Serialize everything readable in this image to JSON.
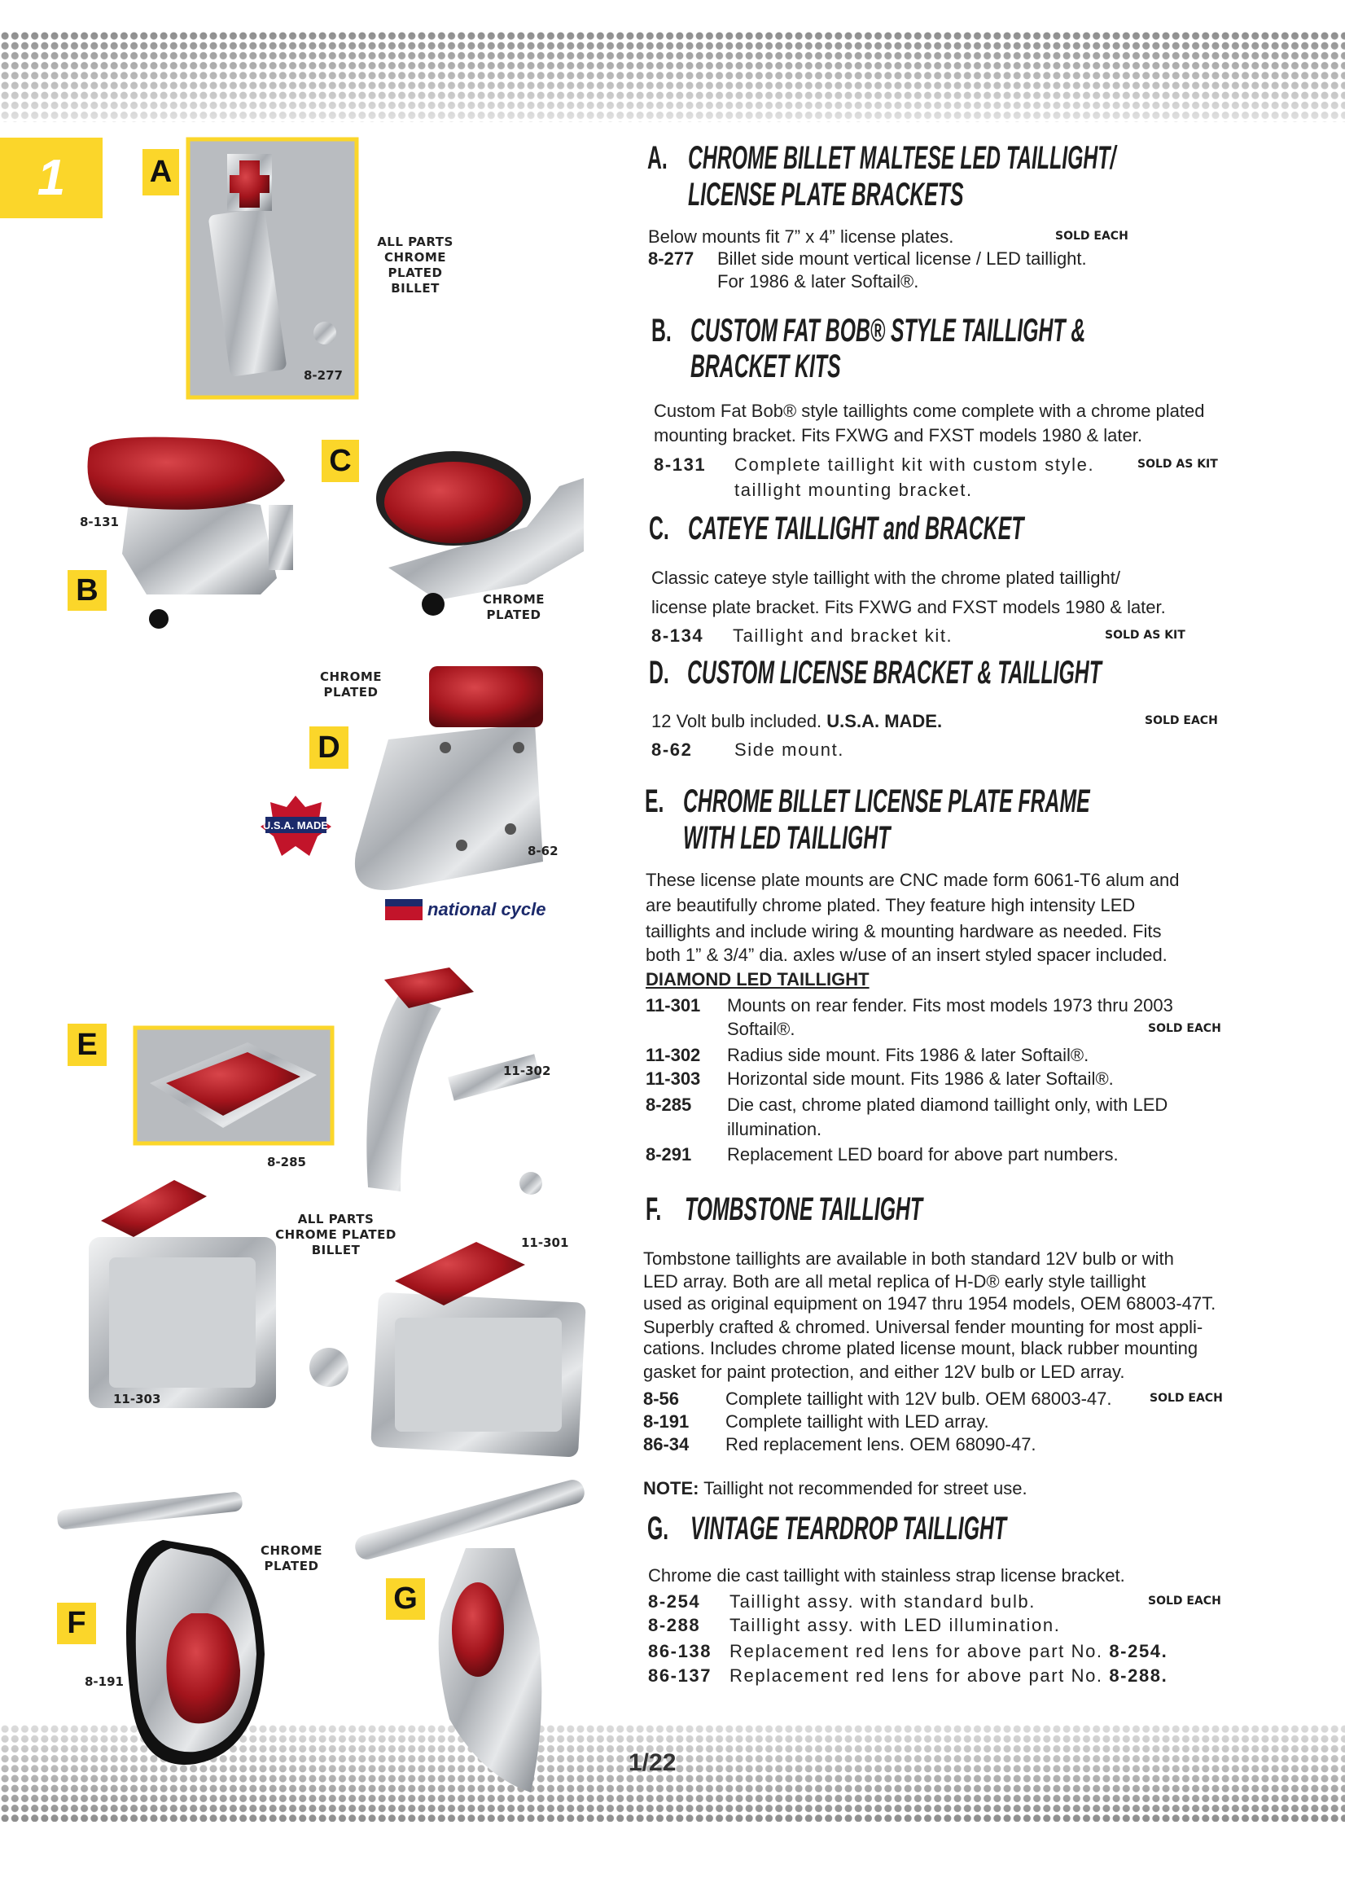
{
  "page": {
    "number_badge": "1",
    "page_number": "1/22"
  },
  "figures": {
    "badges": [
      "A",
      "B",
      "C",
      "D",
      "E",
      "F",
      "G"
    ],
    "labels": {
      "a_note": "ALL PARTS CHROME PLATED BILLET",
      "a_code": "8-277",
      "b_code": "8-131",
      "c_note": "CHROME PLATED",
      "d_note": "CHROME PLATED",
      "d_code": "8-62",
      "usa_badge": "U.S.A. MADE",
      "brand_logo": "national cycle",
      "e_285": "8-285",
      "e_302": "11-302",
      "e_note": "ALL PARTS CHROME PLATED BILLET",
      "e_303": "11-303",
      "e_301": "11-301",
      "f_code": "8-191",
      "f_note": "CHROME PLATED"
    }
  },
  "sections": [
    {
      "letter": "A.",
      "title": [
        "CHROME BILLET MALTESE LED TAILLIGHT/",
        "LICENSE PLATE BRACKETS"
      ],
      "lines": [
        {
          "text": "Below mounts fit 7” x 4” license plates.",
          "tag": "SOLD EACH"
        },
        {
          "code": "8-277",
          "text": "Billet side mount vertical license / LED taillight."
        },
        {
          "text": "For 1986 & later Softail®.",
          "cont": true
        }
      ]
    },
    {
      "letter": "B.",
      "title": [
        "CUSTOM FAT BOB® STYLE TAILLIGHT &",
        "BRACKET KITS"
      ],
      "lines": [
        {
          "text": "Custom Fat Bob® style taillights come complete with a chrome plated"
        },
        {
          "text": "mounting bracket. Fits FXWG and FXST models 1980 & later."
        },
        {
          "code": "8-131",
          "text": "Complete taillight kit with custom style.",
          "tag": "SOLD AS KIT",
          "spaced": true
        },
        {
          "text": "taillight mounting bracket.",
          "cont": true,
          "spaced": true
        }
      ]
    },
    {
      "letter": "C.",
      "title": [
        "CATEYE TAILLIGHT and BRACKET"
      ],
      "lines": [
        {
          "text": "Classic cateye style taillight with the chrome plated taillight/"
        },
        {
          "text": "license plate bracket. Fits FXWG and FXST models 1980 & later."
        },
        {
          "code": "8-134",
          "text": "Taillight and bracket kit.",
          "tag": "SOLD AS KIT",
          "spaced": true
        }
      ]
    },
    {
      "letter": "D.",
      "title": [
        "CUSTOM LICENSE BRACKET & TAILLIGHT"
      ],
      "lines": [
        {
          "text": "12 Volt bulb included.",
          "strong": "U.S.A. MADE.",
          "tag": "SOLD EACH"
        },
        {
          "code": "8-62",
          "text": "Side mount.",
          "spaced": true
        }
      ]
    },
    {
      "letter": "E.",
      "title": [
        "CHROME BILLET LICENSE PLATE FRAME",
        "WITH LED TAILLIGHT"
      ],
      "lines": [
        {
          "text": "These license plate mounts are CNC made form 6061-T6 alum and"
        },
        {
          "text": "are beautifully chrome plated.  They feature high intensity LED"
        },
        {
          "text": "taillights and include wiring & mounting hardware as needed.  Fits"
        },
        {
          "text": "both 1” & 3/4” dia. axles w/use of an insert styled spacer included."
        },
        {
          "subhead": "DIAMOND LED TAILLIGHT"
        },
        {
          "code": "11-301",
          "text": "Mounts on rear fender. Fits most models 1973 thru 2003"
        },
        {
          "text": "Softail®.",
          "cont": true,
          "tag": "SOLD EACH"
        },
        {
          "code": "11-302",
          "text": "Radius side mount. Fits 1986 & later Softail®."
        },
        {
          "code": "11-303",
          "text": "Horizontal side mount. Fits 1986 & later Softail®."
        },
        {
          "code": "8-285",
          "text": "Die cast, chrome plated diamond taillight only, with LED"
        },
        {
          "text": "illumination.",
          "cont": true
        },
        {
          "code": "8-291",
          "text": "Replacement LED board for above part numbers."
        }
      ]
    },
    {
      "letter": "F.",
      "title": [
        "TOMBSTONE TAILLIGHT"
      ],
      "lines": [
        {
          "text": "Tombstone taillights are available in both standard 12V bulb or with"
        },
        {
          "text": "LED array. Both are all metal replica of H-D® early style taillight"
        },
        {
          "text": "used as original equipment on 1947 thru 1954 models, OEM 68003-47T."
        },
        {
          "text": "Superbly crafted & chromed. Universal fender mounting for most appli-"
        },
        {
          "text": "cations. Includes chrome plated license mount, black rubber mounting"
        },
        {
          "text": "gasket for paint protection, and either 12V bulb or LED array."
        },
        {
          "code": "8-56",
          "text": "Complete taillight with 12V bulb.  OEM 68003-47.",
          "tag": "SOLD EACH"
        },
        {
          "code": "8-191",
          "text": "Complete taillight with LED array."
        },
        {
          "code": "86-34",
          "text": "Red replacement lens. OEM 68090-47."
        },
        {
          "lead": "NOTE:",
          "text": "Taillight not recommended for street use."
        }
      ]
    },
    {
      "letter": "G.",
      "title": [
        "VINTAGE TEARDROP TAILLIGHT"
      ],
      "lines": [
        {
          "text": "Chrome die cast taillight with stainless strap license bracket."
        },
        {
          "code": "8-254",
          "text": "Taillight assy. with standard bulb.",
          "tag": "SOLD EACH",
          "spaced": true
        },
        {
          "code": "8-288",
          "text": "Taillight assy. with LED illumination.",
          "spaced": true
        },
        {
          "code": "86-138",
          "text": "Replacement red lens for above part No.",
          "strong": "8-254.",
          "spaced": true
        },
        {
          "code": "86-137",
          "text": "Replacement red lens for above part No.",
          "strong": "8-288.",
          "spaced": true
        }
      ]
    }
  ],
  "colors": {
    "accent_yellow": "#fbd62a",
    "lens_red": "#a3141c",
    "chrome": "#c9ccd0"
  }
}
